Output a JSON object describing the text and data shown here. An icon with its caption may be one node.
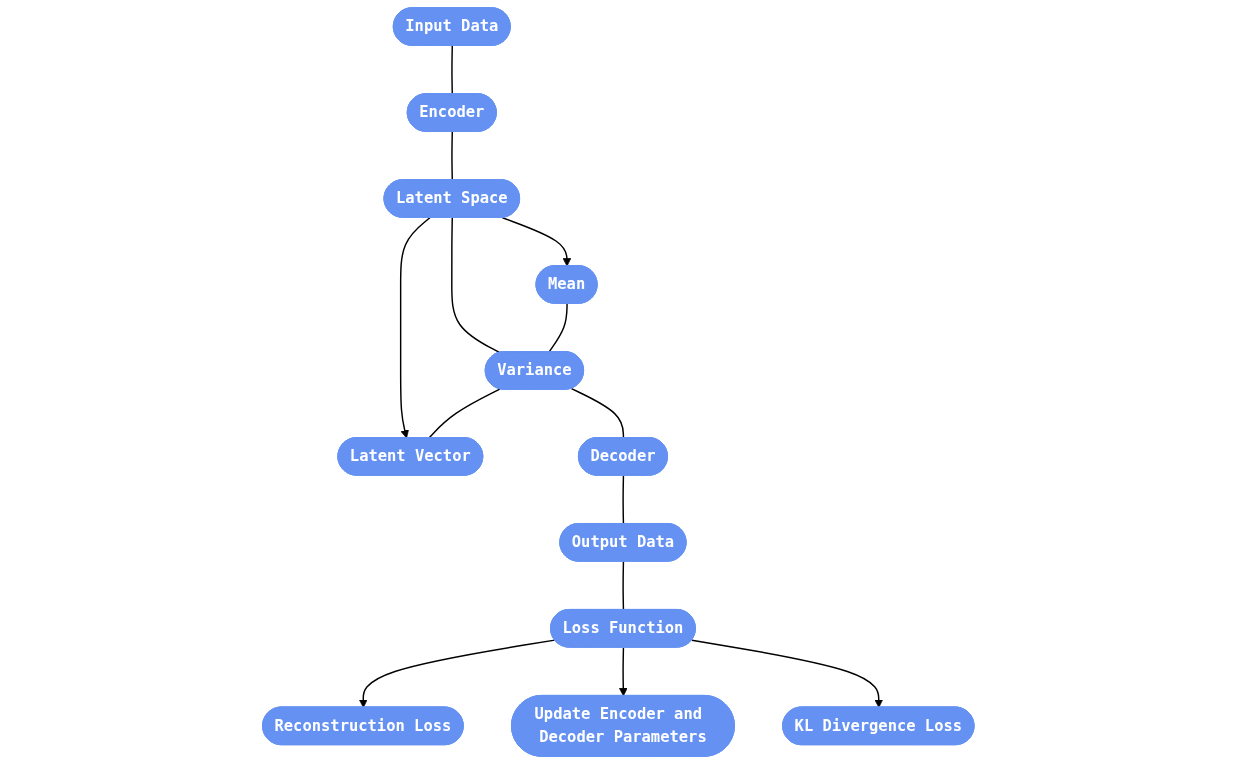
{
  "diagram": {
    "nodes": [
      {
        "text": [
          "Input Data"
        ]
      },
      {
        "text": [
          "Encoder"
        ]
      },
      {
        "text": [
          "Latent Space"
        ]
      },
      {
        "text": [
          "Mean"
        ]
      },
      {
        "text": [
          "Variance"
        ]
      },
      {
        "text": [
          "Latent Vector"
        ]
      },
      {
        "text": [
          "Decoder"
        ]
      },
      {
        "text": [
          "Output Data"
        ]
      },
      {
        "text": [
          "Loss Function"
        ]
      },
      {
        "text": [
          "Reconstruction Loss"
        ]
      },
      {
        "text": [
          "Update Encoder and Decoder Parameters"
        ]
      },
      {
        "text": [
          "KL Divergence Loss"
        ]
      }
    ],
    "edges": [
      {
        "from": 0,
        "to": 1,
        "arrow": "none"
      },
      {
        "from": 1,
        "to": 2,
        "arrow": "none"
      },
      {
        "from": 2,
        "to": 3,
        "arrow": "to"
      },
      {
        "from": 2,
        "to": 4,
        "arrow": "none"
      },
      {
        "from": 2,
        "to": 5,
        "arrow": "to"
      },
      {
        "from": 3,
        "to": 4,
        "arrow": "none"
      },
      {
        "from": 4,
        "to": 5,
        "arrow": "none"
      },
      {
        "from": 4,
        "to": 6,
        "arrow": "none"
      },
      {
        "from": 6,
        "to": 7,
        "arrow": "none"
      },
      {
        "from": 7,
        "to": 8,
        "arrow": "none"
      },
      {
        "from": 8,
        "to": 9,
        "arrow": "to"
      },
      {
        "from": 8,
        "to": 10,
        "arrow": "to"
      },
      {
        "from": 8,
        "to": 11,
        "arrow": "to"
      }
    ]
  }
}
